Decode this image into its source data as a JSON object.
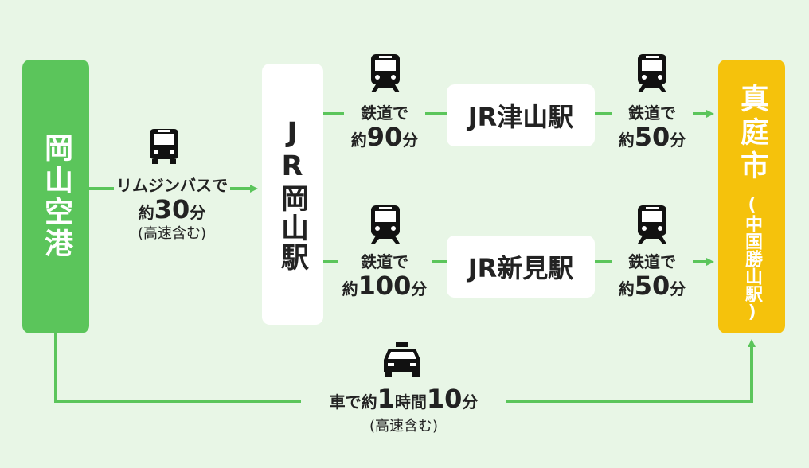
{
  "nodes": {
    "okayama_airport": "岡山空港",
    "jr_okayama": "JR岡山駅",
    "tsuyama": "JR津山駅",
    "niimi": "JR新見駅",
    "maniwa": "真庭市",
    "maniwa_sub": "(中国勝山駅)"
  },
  "routes": {
    "bus": {
      "mode": "リムジンバスで",
      "prefix": "約",
      "value": "30",
      "unit": "分",
      "note": "(高速含む)"
    },
    "rail_okayama_tsuyama": {
      "mode": "鉄道で",
      "prefix": "約",
      "value": "90",
      "unit": "分"
    },
    "rail_tsuyama_maniwa": {
      "mode": "鉄道で",
      "prefix": "約",
      "value": "50",
      "unit": "分"
    },
    "rail_okayama_niimi": {
      "mode": "鉄道で",
      "prefix": "約",
      "value": "100",
      "unit": "分"
    },
    "rail_niimi_maniwa": {
      "mode": "鉄道で",
      "prefix": "約",
      "value": "50",
      "unit": "分"
    },
    "car": {
      "mode": "車で約",
      "hours": "1",
      "hours_unit": "時間",
      "minutes": "10",
      "minutes_unit": "分",
      "note": "(高速含む)"
    }
  },
  "colors": {
    "background": "#e8f6e6",
    "line": "#5bc55b",
    "airport": "#5bc55b",
    "maniwa": "#f5c20c"
  },
  "icons": [
    "bus-icon",
    "train-icon",
    "taxi-icon"
  ]
}
